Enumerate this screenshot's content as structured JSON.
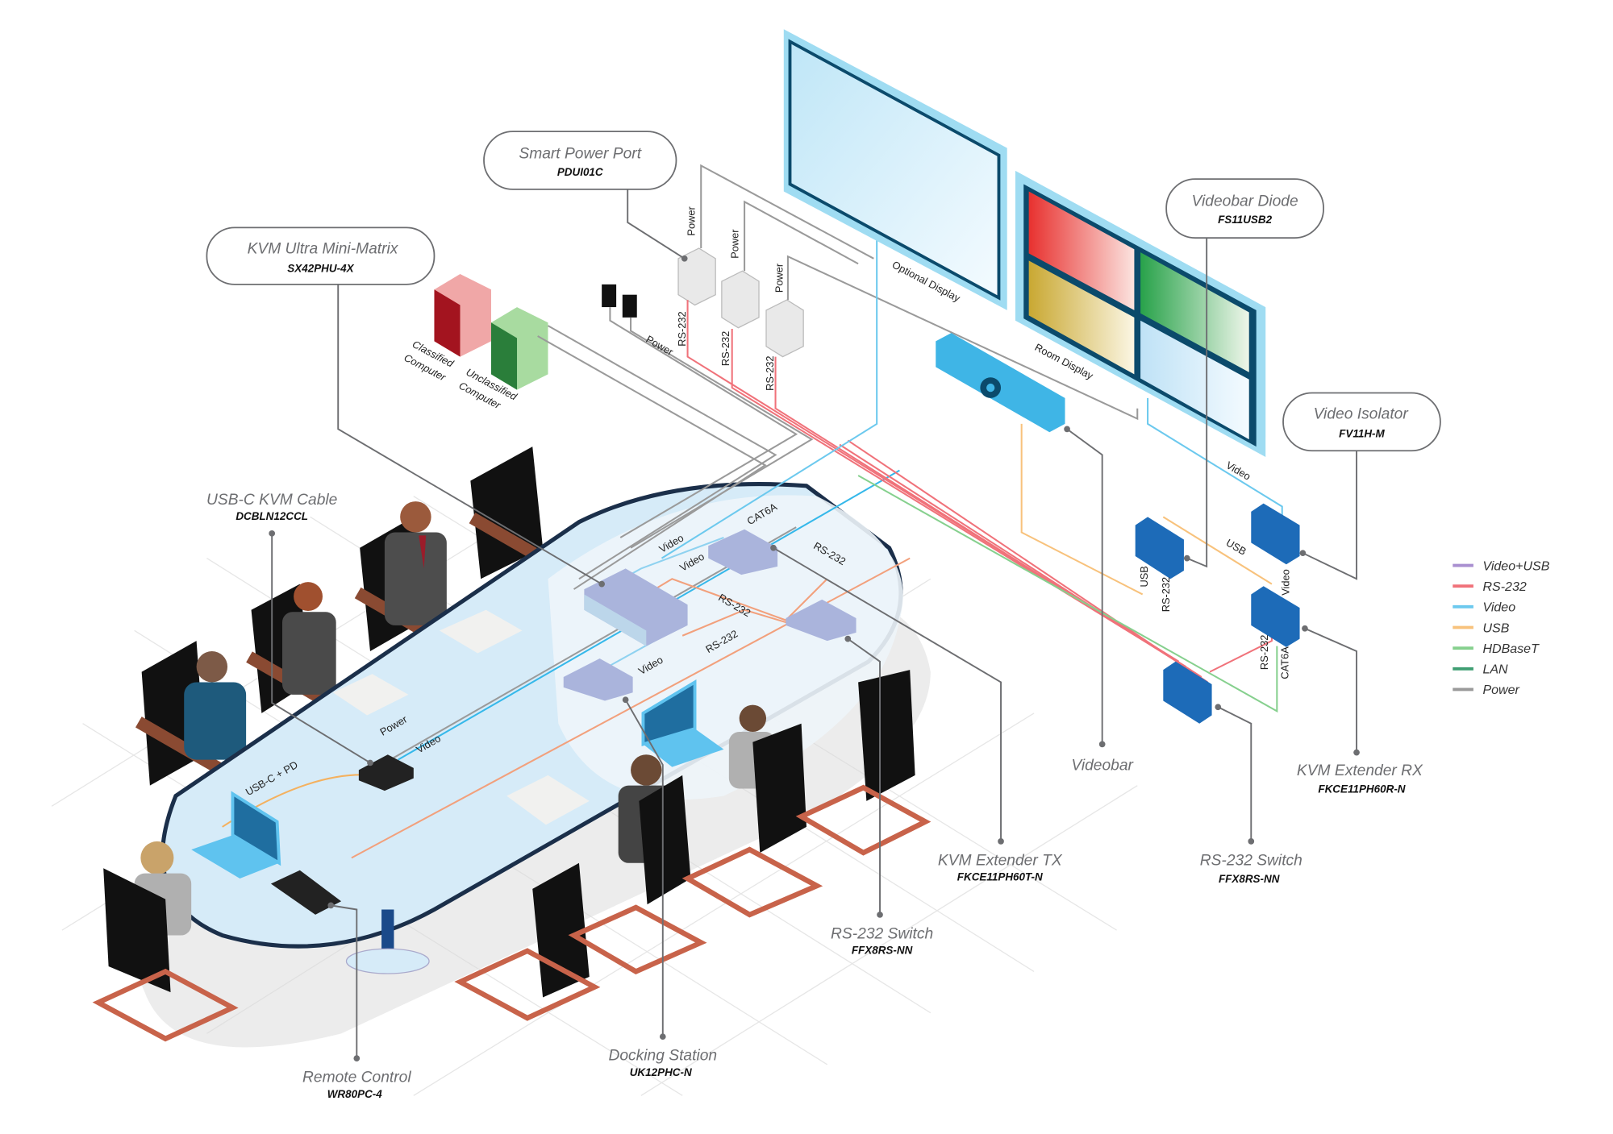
{
  "callouts": {
    "smart_power_port": {
      "title": "Smart Power Port",
      "model": "PDUI01C"
    },
    "kvm_matrix": {
      "title": "KVM Ultra Mini-Matrix",
      "model": "SX42PHU-4X"
    },
    "videobar_diode": {
      "title": "Videobar Diode",
      "model": "FS11USB2"
    },
    "video_isolator": {
      "title": "Video Isolator",
      "model": "FV11H-M"
    },
    "usbc_kvm_cable": {
      "title": "USB-C KVM Cable",
      "model": "DCBLN12CCL"
    },
    "videobar": {
      "title": "Videobar"
    },
    "kvm_extender_rx": {
      "title": "KVM Extender RX",
      "model": "FKCE11PH60R-N"
    },
    "kvm_extender_tx": {
      "title": "KVM Extender TX",
      "model": "FKCE11PH60T-N"
    },
    "rs232_switch_right": {
      "title": "RS-232 Switch",
      "model": "FFX8RS-NN"
    },
    "rs232_switch_table": {
      "title": "RS-232 Switch",
      "model": "FFX8RS-NN"
    },
    "docking_station": {
      "title": "Docking Station",
      "model": "UK12PHC-N"
    },
    "remote_control": {
      "title": "Remote Control",
      "model": "WR80PC-4"
    }
  },
  "devices": {
    "classified_computer": {
      "line1": "Classified",
      "line2": "Computer",
      "color": "#e31e3c"
    },
    "unclassified_computer": {
      "line1": "Unclassified",
      "line2": "Computer",
      "color": "#2e9e45"
    },
    "optional_display": "Optional Display",
    "room_display": "Room Display"
  },
  "cable_labels": {
    "power1": "Power",
    "power2": "Power",
    "power3": "Power",
    "power4": "Power",
    "rs232_a": "RS-232",
    "rs232_b": "RS-232",
    "rs232_c": "RS-232",
    "video_rx": "Video",
    "usb_rx": "USB",
    "usb_v": "USB",
    "rs232_v1": "RS-232",
    "video_v": "Video",
    "rs232_v2": "RS-232",
    "cat6a_v": "CAT6A",
    "video_t1": "Video",
    "video_t2": "Video",
    "cat6a_t": "CAT6A",
    "rs232_t1": "RS-232",
    "rs232_t2": "RS-232",
    "rs232_t3": "RS-232",
    "video_t3": "Video",
    "power_t": "Power",
    "video_t4": "Video",
    "usbc_pd": "USB-C + PD"
  },
  "legend": [
    {
      "label": "Video+USB",
      "color": "#a98fd0"
    },
    {
      "label": "RS-232",
      "color": "#f0727a"
    },
    {
      "label": "Video",
      "color": "#6cc9ee"
    },
    {
      "label": "USB",
      "color": "#f8c27c"
    },
    {
      "label": "HDBaseT",
      "color": "#86d08e"
    },
    {
      "label": "LAN",
      "color": "#3f9e72"
    },
    {
      "label": "Power",
      "color": "#9a9a9a"
    }
  ]
}
